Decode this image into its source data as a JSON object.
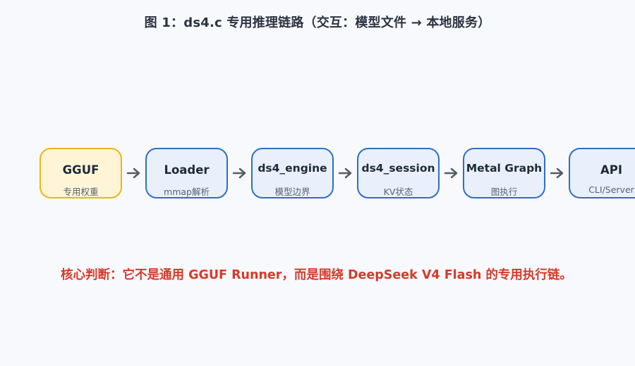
{
  "title": "图 1：ds4.c 专用推理链路（交互：模型文件 → 本地服务）",
  "nodes": [
    {
      "label": "GGUF",
      "sub": "专用权重"
    },
    {
      "label": "Loader",
      "sub": "mmap解析"
    },
    {
      "label": "ds4_engine",
      "sub": "模型边界"
    },
    {
      "label": "ds4_session",
      "sub": "KV状态"
    },
    {
      "label": "Metal Graph",
      "sub": "图执行"
    },
    {
      "label": "API",
      "sub": "CLI/Server"
    }
  ],
  "conclusion": "核心判断：它不是通用 GGUF Runner，而是围绕 DeepSeek V4 Flash 的专用执行链。",
  "colors": {
    "node_border": "#2f6fc1",
    "node_fill": "#e9f0fb",
    "highlight_border": "#f0b21a",
    "highlight_fill": "#fff5d6",
    "conclusion": "#d63a2a",
    "arrow": "#555c66"
  }
}
